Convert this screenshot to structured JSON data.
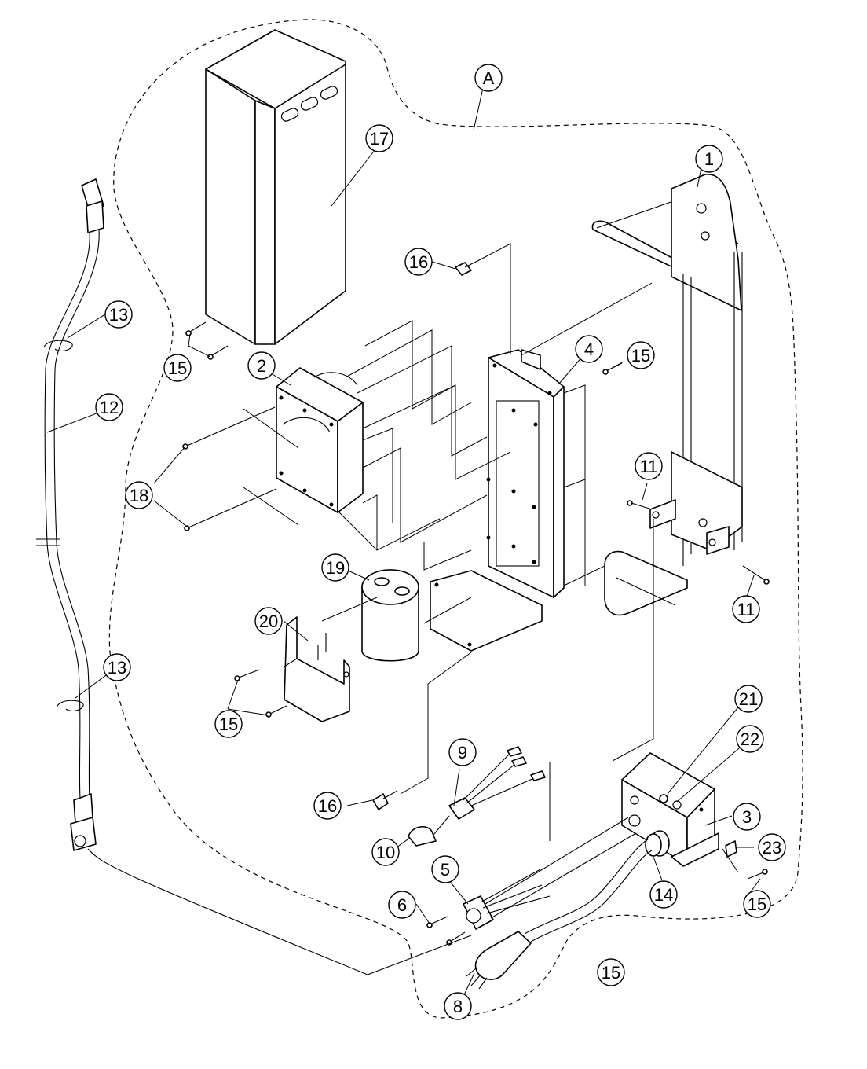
{
  "diagram": {
    "type": "exploded-parts-assembly",
    "region_label": "A",
    "callouts": [
      "1",
      "2",
      "3",
      "4",
      "5",
      "6",
      "8",
      "9",
      "10",
      "11",
      "11",
      "12",
      "13",
      "13",
      "14",
      "15",
      "15",
      "15",
      "15",
      "15",
      "16",
      "16",
      "17",
      "18",
      "19",
      "20",
      "21",
      "22",
      "23"
    ]
  }
}
